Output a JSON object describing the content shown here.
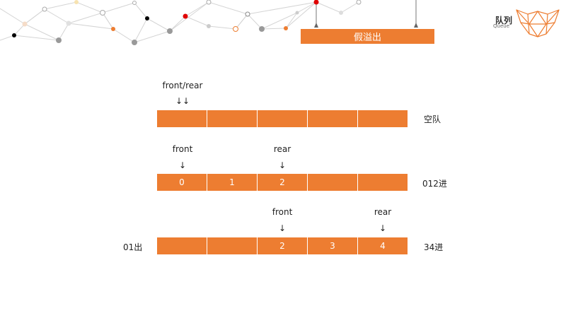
{
  "header": {
    "banner_label": "假溢出",
    "logo_title": "队列",
    "logo_subtitle": "Queue",
    "logo_icon": "geometric-cat-head",
    "accent_color": "#ed7d31"
  },
  "rows": [
    {
      "pointer_labels": [
        "front/rear"
      ],
      "pointer_arrows": [
        "↓↓"
      ],
      "cells": [
        "",
        "",
        "",
        "",
        ""
      ],
      "right_label": "空队",
      "left_label": ""
    },
    {
      "pointer_labels": [
        "front",
        "rear"
      ],
      "pointer_arrows": [
        "↓",
        "↓"
      ],
      "cells": [
        "0",
        "1",
        "2",
        "",
        ""
      ],
      "right_label": "012进",
      "left_label": ""
    },
    {
      "pointer_labels": [
        "front",
        "rear"
      ],
      "pointer_arrows": [
        "↓",
        "↓"
      ],
      "cells": [
        "",
        "",
        "2",
        "3",
        "4"
      ],
      "right_label": "34进",
      "left_label": "01出"
    }
  ]
}
